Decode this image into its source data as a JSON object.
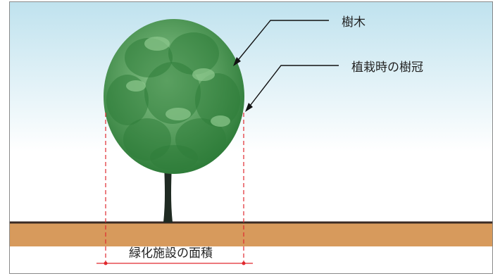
{
  "labels": {
    "tree": "樹木",
    "crown_at_planting": "植栽時の樹冠",
    "greening_area": "緑化施設の面積"
  },
  "colors": {
    "sky_top": "#bfe2ee",
    "sky_bottom": "#ffffff",
    "ground": "#d79a5c",
    "ground_line": "#3a2a24",
    "foliage_dark": "#2f7d3a",
    "foliage_light": "#8fc98f",
    "trunk": "#1f2a22",
    "dimension_line": "#e0282e",
    "frame_border": "#8a8a8a"
  }
}
